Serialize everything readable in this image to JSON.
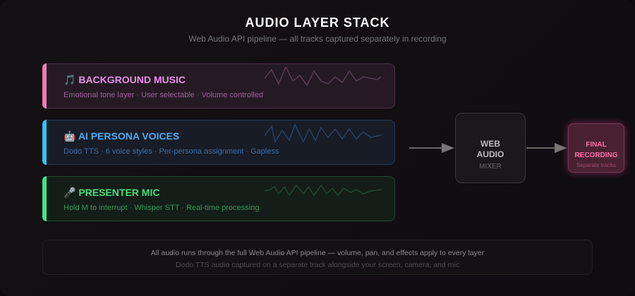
{
  "header": {
    "title": "AUDIO LAYER STACK",
    "subtitle": "Web Audio API pipeline — all tracks captured separately in recording"
  },
  "layers": [
    {
      "icon": "🎵",
      "name": "BACKGROUND MUSIC",
      "desc": "Emotional tone layer · User selectable · Volume controlled",
      "color": "#e890e8"
    },
    {
      "icon": "🤖",
      "name": "AI PERSONA VOICES",
      "desc": "Dodo TTS · 6 voice styles · Per-persona assignment · Gapless",
      "color": "#4da9f0"
    },
    {
      "icon": "🎤",
      "name": "PRESENTER MIC",
      "desc": "Hold M to interrupt · Whisper STT · Real-time processing",
      "color": "#45e07a"
    }
  ],
  "mixer": {
    "line1": "WEB",
    "line2": "AUDIO",
    "sub": "MIXER"
  },
  "final": {
    "line1": "FINAL",
    "line2": "RECORDING",
    "sub": "Separate tracks"
  },
  "note": {
    "line1": "All audio runs through the full Web Audio API pipeline — volume, pan, and effects apply to every layer",
    "line2": "Dodo TTS audio captured on a separate track alongside your screen, camera, and mic"
  }
}
